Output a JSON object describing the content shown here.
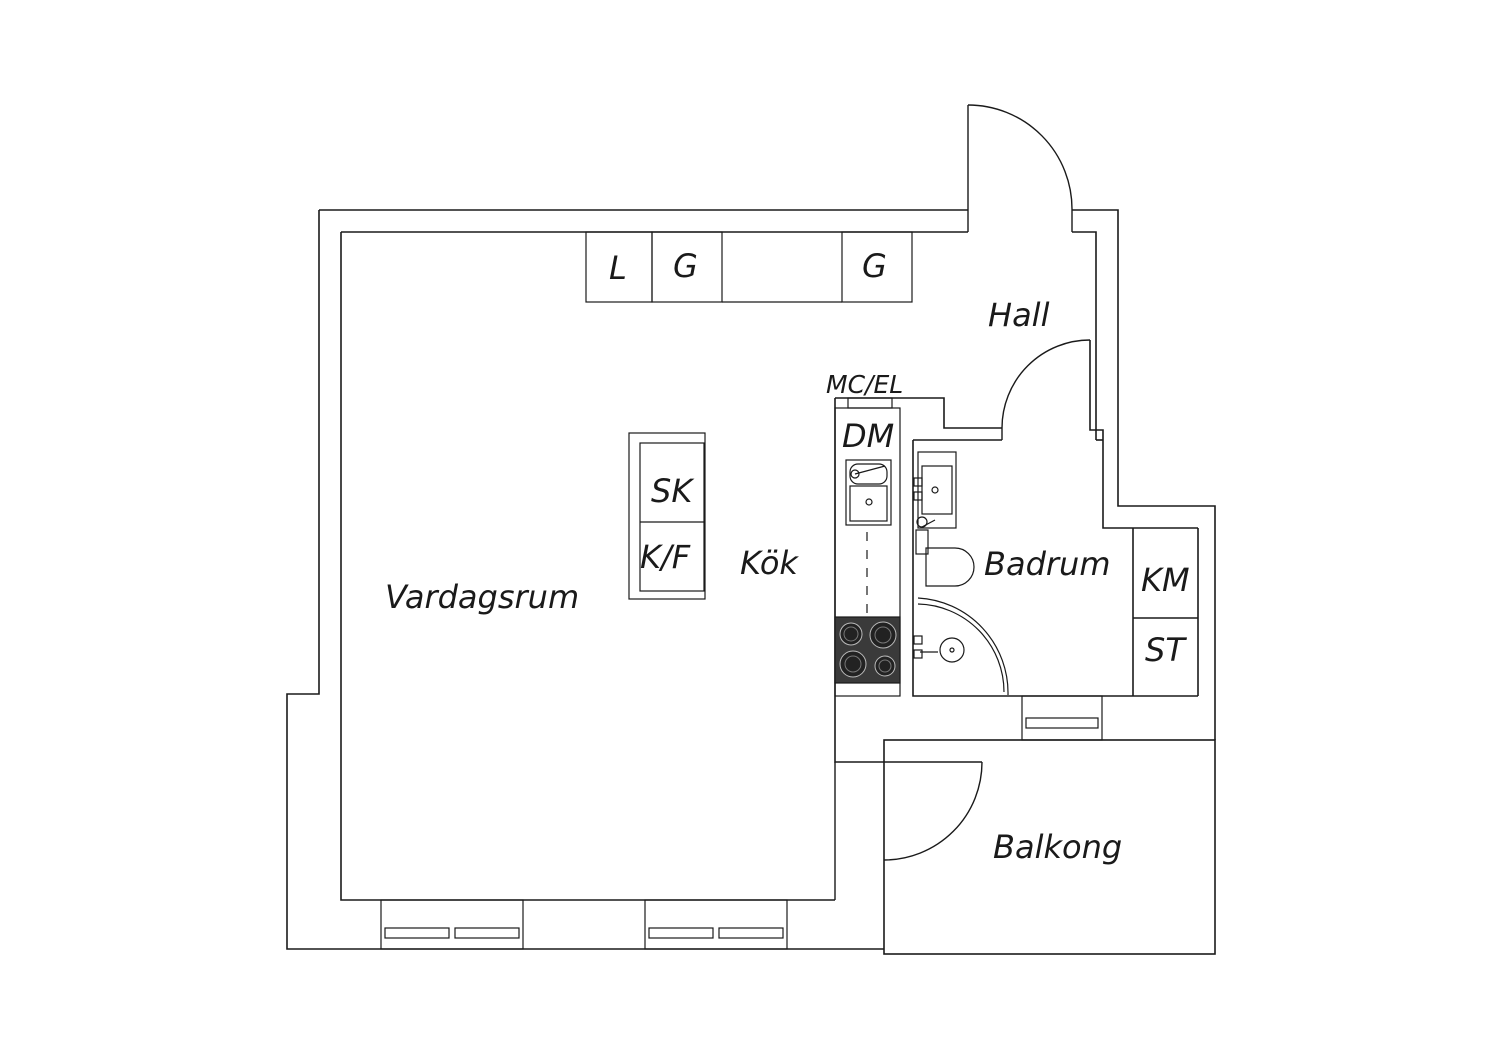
{
  "rooms": {
    "living": "Vardagsrum",
    "kitchen": "Kök",
    "hall": "Hall",
    "bathroom": "Badrum",
    "balcony": "Balkong"
  },
  "fixtures": {
    "wardrobe_linen": "L",
    "wardrobe_1": "G",
    "wardrobe_2": "G",
    "media_central": "MC/EL",
    "dishwasher": "DM",
    "freezer": "SK",
    "fridge_freezer": "K/F",
    "washing_machine": "KM",
    "dryer": "ST"
  },
  "colors": {
    "line": "#1a1a1a",
    "stove": "#3a3a3a",
    "background": "#ffffff"
  }
}
